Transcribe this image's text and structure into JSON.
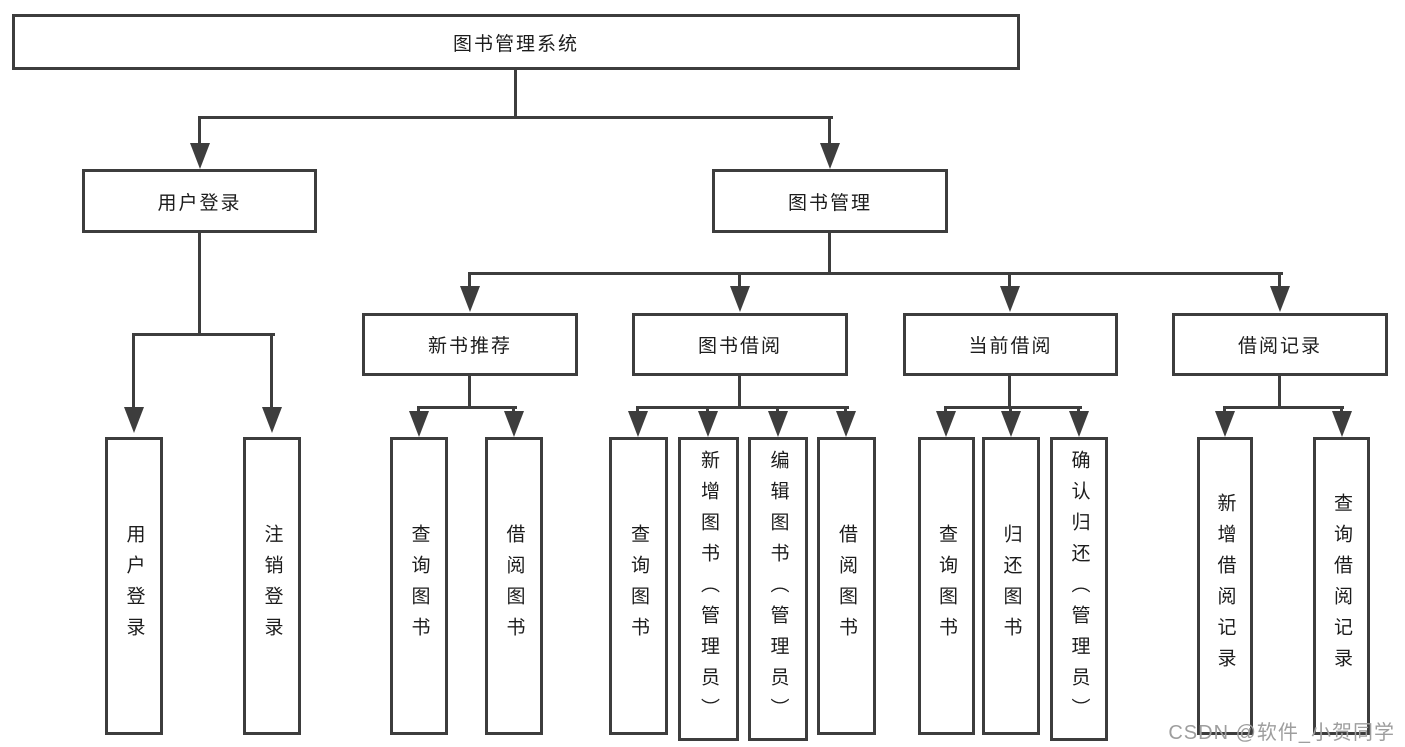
{
  "diagram": {
    "root": {
      "label": "图书管理系统"
    },
    "user_branch": {
      "label": "用户登录",
      "children": [
        {
          "label": "用户登录"
        },
        {
          "label": "注销登录"
        }
      ]
    },
    "book_branch": {
      "label": "图书管理",
      "sections": [
        {
          "label": "新书推荐",
          "children": [
            {
              "label": "查询图书"
            },
            {
              "label": "借阅图书"
            }
          ]
        },
        {
          "label": "图书借阅",
          "children": [
            {
              "label": "查询图书"
            },
            {
              "label": "新增图书（管理员）"
            },
            {
              "label": "编辑图书（管理员）"
            },
            {
              "label": "借阅图书"
            }
          ]
        },
        {
          "label": "当前借阅",
          "children": [
            {
              "label": "查询图书"
            },
            {
              "label": "归还图书"
            },
            {
              "label": "确认归还（管理员）"
            }
          ]
        },
        {
          "label": "借阅记录",
          "children": [
            {
              "label": "新增借阅记录"
            },
            {
              "label": "查询借阅记录"
            }
          ]
        }
      ]
    }
  },
  "watermark": {
    "text": "CSDN @软件_小贺同学"
  },
  "colors": {
    "line": "#3d3d3d",
    "text": "#1c1c1c",
    "background": "#ffffff",
    "watermark": "#9e9e9e"
  }
}
